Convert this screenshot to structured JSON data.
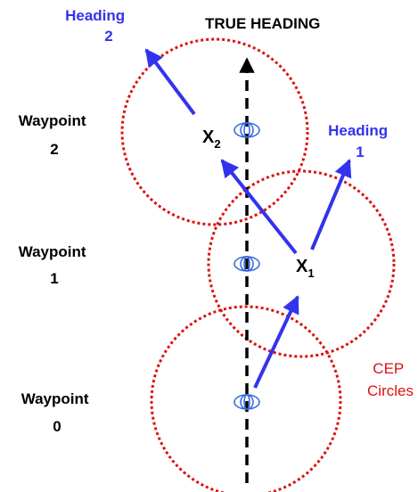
{
  "title": "TRUE HEADING",
  "waypoints": [
    {
      "label_line1": "Waypoint",
      "label_line2": "2"
    },
    {
      "label_line1": "Waypoint",
      "label_line2": "1"
    },
    {
      "label_line1": "Waypoint",
      "label_line2": "0"
    }
  ],
  "headings": [
    {
      "label_line1": "Heading",
      "label_line2": "2"
    },
    {
      "label_line1": "Heading",
      "label_line2": "1"
    }
  ],
  "positions": [
    {
      "main": "X",
      "sub": "2"
    },
    {
      "main": "X",
      "sub": "1"
    }
  ],
  "cep_label": {
    "line1": "CEP",
    "line2": "Circles"
  },
  "colors": {
    "heading": "#3333ee",
    "cep": "#dd1111",
    "text": "#000000",
    "marker": "#3366dd"
  },
  "icons": {
    "waypoint_marker": "target-ellipse-icon",
    "arrow": "arrowhead-icon"
  }
}
